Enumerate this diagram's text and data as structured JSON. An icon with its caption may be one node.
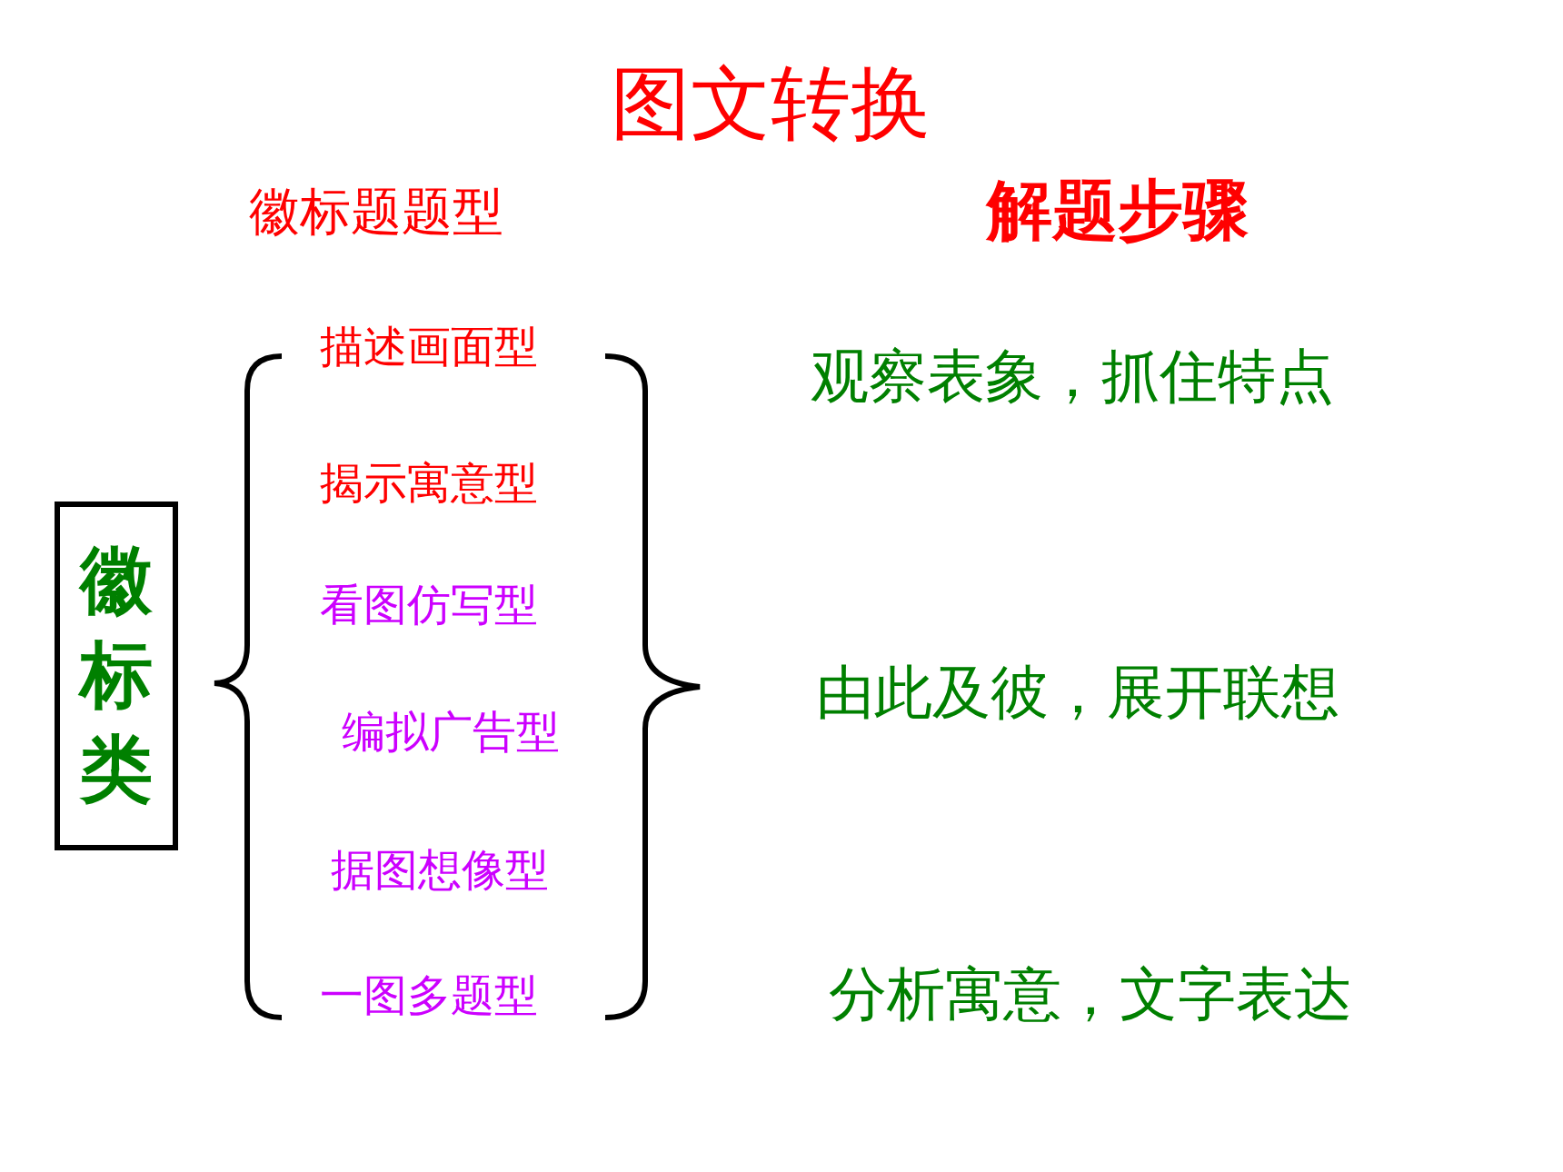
{
  "diagram": {
    "title": "图文转换",
    "nodes": [
      {
        "text": [
          "徽标类"
        ]
      }
    ],
    "labels": [
      "徽标题题型",
      "解题步骤",
      "描述画面型",
      "观察表象，抓住特点",
      "揭示寓意型",
      "看图仿写型",
      "编拟广告型",
      "由此及彼，展开联想",
      "据图想像型",
      "一图多题型",
      "分析寓意，文字表达"
    ]
  }
}
